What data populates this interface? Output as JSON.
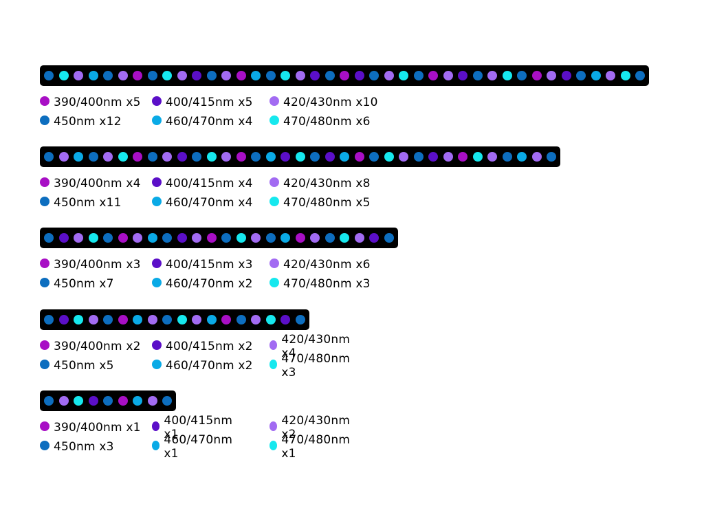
{
  "colors": {
    "390/400nm": "#A80FC5",
    "400/415nm": "#5B0FC8",
    "420/430nm": "#A26BF2",
    "450nm": "#0D6EBF",
    "460/470nm": "#0AAAE6",
    "470/480nm": "#16E8EE"
  },
  "strips": [
    {
      "leds": [
        "450nm",
        "470/480nm",
        "420/430nm",
        "460/470nm",
        "450nm",
        "420/430nm",
        "390/400nm",
        "450nm",
        "470/480nm",
        "420/430nm",
        "400/415nm",
        "450nm",
        "420/430nm",
        "390/400nm",
        "460/470nm",
        "450nm",
        "470/480nm",
        "420/430nm",
        "400/415nm",
        "450nm",
        "390/400nm",
        "400/415nm",
        "450nm",
        "420/430nm",
        "470/480nm",
        "450nm",
        "390/400nm",
        "420/430nm",
        "400/415nm",
        "450nm",
        "420/430nm",
        "470/480nm",
        "450nm",
        "390/400nm",
        "420/430nm",
        "400/415nm",
        "450nm",
        "460/470nm",
        "420/430nm",
        "470/480nm",
        "450nm"
      ],
      "legend": [
        "390/400nm x5",
        "400/415nm x5",
        "420/430nm x10",
        "450nm x12",
        "460/470nm x4",
        "470/480nm x6"
      ]
    },
    {
      "leds": [
        "450nm",
        "420/430nm",
        "460/470nm",
        "450nm",
        "420/430nm",
        "470/480nm",
        "390/400nm",
        "450nm",
        "420/430nm",
        "400/415nm",
        "450nm",
        "470/480nm",
        "420/430nm",
        "390/400nm",
        "450nm",
        "460/470nm",
        "400/415nm",
        "470/480nm",
        "450nm",
        "400/415nm",
        "460/470nm",
        "390/400nm",
        "450nm",
        "470/480nm",
        "420/430nm",
        "450nm",
        "400/415nm",
        "420/430nm",
        "390/400nm",
        "470/480nm",
        "420/430nm",
        "450nm",
        "460/470nm",
        "420/430nm",
        "450nm"
      ],
      "legend": [
        "390/400nm x4",
        "400/415nm x4",
        "420/430nm x8",
        "450nm x11",
        "460/470nm x4",
        "470/480nm x5"
      ]
    },
    {
      "leds": [
        "450nm",
        "400/415nm",
        "420/430nm",
        "470/480nm",
        "450nm",
        "390/400nm",
        "420/430nm",
        "460/470nm",
        "450nm",
        "400/415nm",
        "420/430nm",
        "390/400nm",
        "450nm",
        "470/480nm",
        "420/430nm",
        "450nm",
        "460/470nm",
        "390/400nm",
        "420/430nm",
        "450nm",
        "470/480nm",
        "420/430nm",
        "400/415nm",
        "450nm"
      ],
      "legend": [
        "390/400nm x3",
        "400/415nm x3",
        "420/430nm x6",
        "450nm x7",
        "460/470nm x2",
        "470/480nm x3"
      ]
    },
    {
      "leds": [
        "450nm",
        "400/415nm",
        "470/480nm",
        "420/430nm",
        "450nm",
        "390/400nm",
        "460/470nm",
        "420/430nm",
        "450nm",
        "470/480nm",
        "420/430nm",
        "460/470nm",
        "390/400nm",
        "450nm",
        "420/430nm",
        "470/480nm",
        "400/415nm",
        "450nm"
      ],
      "legend": [
        "390/400nm x2",
        "400/415nm x2",
        "420/430nm x4",
        "450nm x5",
        "460/470nm x2",
        "470/480nm x3"
      ]
    },
    {
      "leds": [
        "450nm",
        "420/430nm",
        "470/480nm",
        "400/415nm",
        "450nm",
        "390/400nm",
        "460/470nm",
        "420/430nm",
        "450nm"
      ],
      "legend": [
        "390/400nm x1",
        "400/415nm x1",
        "420/430nm x2",
        "450nm x3",
        "460/470nm x1",
        "470/480nm x1"
      ]
    }
  ]
}
